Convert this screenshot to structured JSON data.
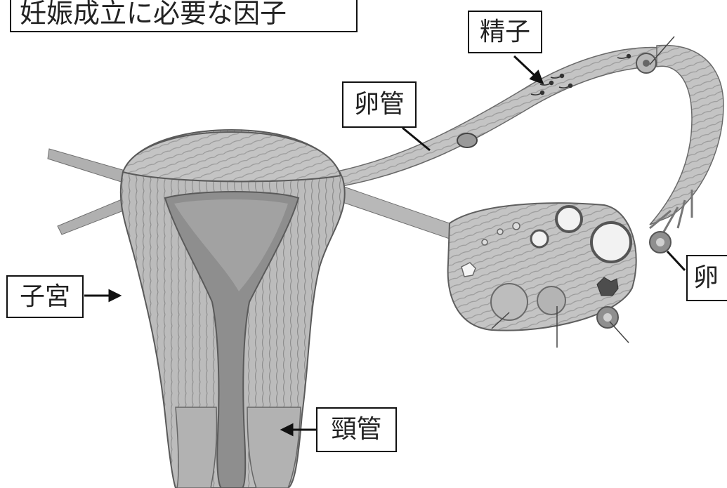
{
  "title": "妊娠成立に必要な因子",
  "labels": {
    "sperm": "精子",
    "fallopian_tube": "卵管",
    "uterus": "子宮",
    "egg": "卵",
    "cervical_canal": "頸管"
  },
  "colors": {
    "tissue_light": "#cfcfcf",
    "tissue_mid": "#a8a8a8",
    "tissue_dark": "#7a7a7a",
    "outline": "#555555",
    "label_border": "#111111"
  }
}
